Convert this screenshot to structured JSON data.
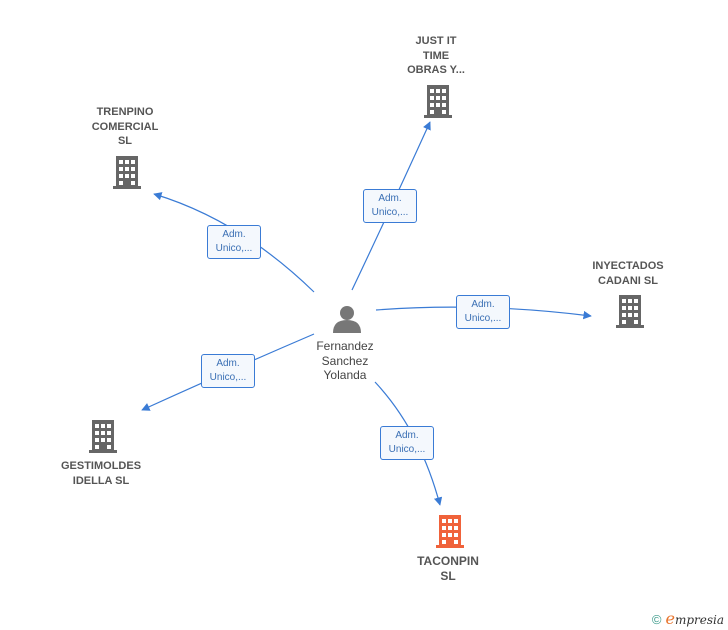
{
  "nodes": {
    "trenpino": {
      "label": "TRENPINO\nCOMERCIAL\nSL"
    },
    "justit": {
      "label": "JUST IT\nTIME\nOBRAS Y..."
    },
    "inyectados": {
      "label": "INYECTADOS\nCADANI  SL"
    },
    "gestimoldes": {
      "label": "GESTIMOLDES\nIDELLA  SL"
    },
    "taconpin": {
      "label": "TACONPIN\nSL"
    },
    "person": {
      "label": "Fernandez\nSanchez\nYolanda"
    }
  },
  "edges": {
    "trenpino": "Adm.\nUnico,...",
    "justit": "Adm.\nUnico,...",
    "inyectados": "Adm.\nUnico,...",
    "gestimoldes": "Adm.\nUnico,...",
    "taconpin": "Adm.\nUnico,..."
  },
  "colors": {
    "edge": "#3a7bd5",
    "company": "#666666",
    "focus": "#f0623a",
    "person": "#777777"
  },
  "footer": {
    "copyright": "©",
    "brand_initial": "e",
    "brand_rest": "mpresia"
  }
}
